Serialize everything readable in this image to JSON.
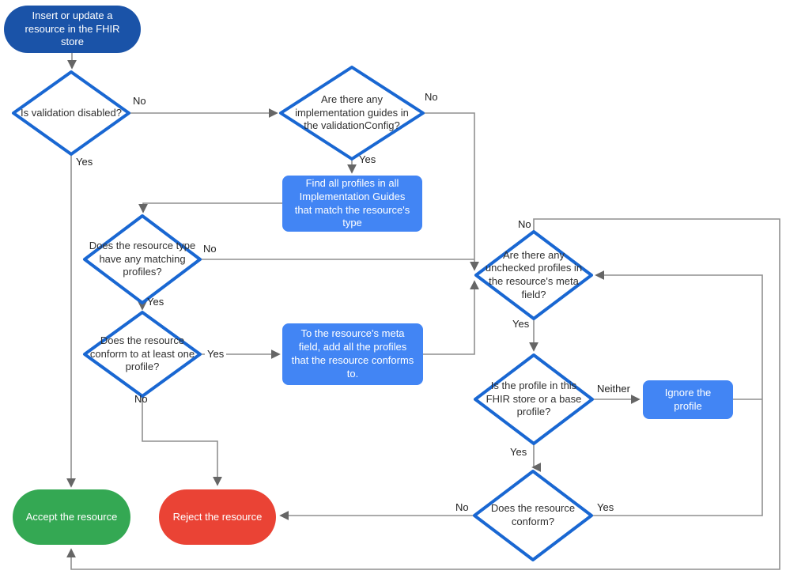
{
  "diagram": {
    "type": "flowchart",
    "topic": "FHIR store resource validation"
  },
  "colors": {
    "start_fill": "#1A53A8",
    "process_fill": "#4285F4",
    "decision_border": "#1967D2",
    "accept_fill": "#34A853",
    "reject_fill": "#EA4335",
    "edge_line": "#8f8f8f",
    "arrowhead": "#666666"
  },
  "nodes": {
    "start": {
      "label": "Insert or update a resource in the FHIR store"
    },
    "validation_disabled": {
      "label": "Is validation disabled?"
    },
    "impl_guides": {
      "label": "Are there any implementation guides in the validationConfig?"
    },
    "find_profiles": {
      "label": "Find all profiles in all Implementation Guides that match the resource's type"
    },
    "matching_profiles": {
      "label": "Does the resource type have any matching profiles?"
    },
    "conform_one": {
      "label": "Does the resource conform to at least one profile?"
    },
    "add_profiles": {
      "label": "To the resource's meta field, add all the profiles that the resource conforms to."
    },
    "unchecked_profiles": {
      "label": "Are there any unchecked profiles in the resource's meta field?"
    },
    "profile_in_store": {
      "label": "Is the profile in this FHIR store or a base profile?"
    },
    "ignore_profile": {
      "label": "Ignore the profile"
    },
    "resource_conform": {
      "label": "Does the resource conform?"
    },
    "accept": {
      "label": "Accept the resource"
    },
    "reject": {
      "label": "Reject the resource"
    }
  },
  "edge_labels": {
    "validation_disabled_no": "No",
    "validation_disabled_yes": "Yes",
    "impl_guides_no": "No",
    "impl_guides_yes": "Yes",
    "matching_profiles_no": "No",
    "matching_profiles_yes": "Yes",
    "conform_one_yes": "Yes",
    "conform_one_no": "No",
    "unchecked_profiles_no": "No",
    "unchecked_profiles_yes": "Yes",
    "profile_in_store_neither": "Neither",
    "profile_in_store_yes": "Yes",
    "resource_conform_no": "No",
    "resource_conform_yes": "Yes"
  }
}
